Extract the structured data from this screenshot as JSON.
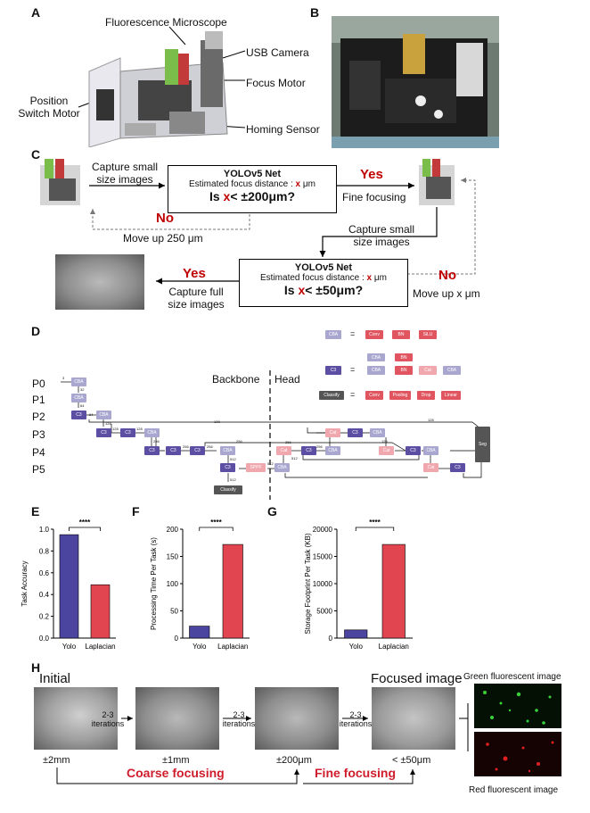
{
  "panels": {
    "A": "A",
    "B": "B",
    "C": "C",
    "D": "D",
    "E": "E",
    "F": "F",
    "G": "G",
    "H": "H"
  },
  "panel_a": {
    "fluorescence_microscope": "Fluorescence Microscope",
    "usb_camera": "USB Camera",
    "focus_motor": "Focus Motor",
    "position_switch_motor_1": "Position",
    "position_switch_motor_2": "Switch Motor",
    "homing_sensor": "Homing Sensor"
  },
  "panel_c": {
    "capture_small_1": "Capture small",
    "capture_small_2": "size images",
    "yolo1_title": "YOLOv5 Net",
    "yolo1_est": "Estimated focus distance :",
    "x": "x",
    "unit": "μm",
    "is": "Is",
    "cond1": "< ±200μm?",
    "yes": "Yes",
    "no": "No",
    "fine_focusing": "Fine focusing",
    "move_up_250": "Move up 250 μm",
    "capture_small_b1": "Capture small",
    "capture_small_b2": "size images",
    "yolo2_title": "YOLOv5 Net",
    "cond2": "< ±50μm?",
    "capture_full_1": "Capture full",
    "capture_full_2": "size images",
    "move_up_x": "Move up x μm"
  },
  "panel_d": {
    "backbone": "Backbone",
    "head": "Head",
    "rows": [
      "P0",
      "P1",
      "P2",
      "P3",
      "P4",
      "P5"
    ],
    "legend_cba": "CBA",
    "legend_eq": "=",
    "conv": "Conv",
    "bn": "BN",
    "silu": "SiLU",
    "c3": "C3",
    "cat": "Cat",
    "classify": "Classify",
    "pooling": "Pooling",
    "drop": "Drop",
    "linear": "Linear",
    "sppf": "SPPF",
    "seg": "Seg",
    "channels": {
      "c3": "3",
      "c32": "32",
      "c64a": "64",
      "c64b": "64",
      "c128a": "128",
      "c128b": "128",
      "c128c": "128",
      "c128d": "128",
      "c256a": "256",
      "c256b": "256",
      "c256c": "256",
      "c256d": "256",
      "c256e": "256",
      "c256f": "256",
      "c512a": "512",
      "c512b": "512",
      "c512c": "512",
      "c512d": "512",
      "c128e": "128",
      "c128f": "128"
    }
  },
  "chart_data": [
    {
      "type": "bar",
      "panel": "E",
      "categories": [
        "Yolo",
        "Laplacian"
      ],
      "values": [
        0.95,
        0.49
      ],
      "ylabel": "Task Accuracy",
      "ylim": [
        0,
        1.0
      ],
      "yticks": [
        "0.0",
        "0.2",
        "0.4",
        "0.6",
        "0.8",
        "1.0"
      ],
      "significance": "****",
      "colors": [
        "#4b45a0",
        "#e04550"
      ]
    },
    {
      "type": "bar",
      "panel": "F",
      "categories": [
        "Yolo",
        "Laplacian"
      ],
      "values": [
        22,
        172
      ],
      "ylabel": "Processing Time Per Task (s)",
      "ylim": [
        0,
        200
      ],
      "yticks": [
        "0",
        "50",
        "100",
        "150",
        "200"
      ],
      "significance": "****",
      "colors": [
        "#4b45a0",
        "#e04550"
      ]
    },
    {
      "type": "bar",
      "panel": "G",
      "categories": [
        "Yolo",
        "Laplacian"
      ],
      "values": [
        1500,
        17200
      ],
      "ylabel": "Storage Footprint Per Task (KB)",
      "ylim": [
        0,
        20000
      ],
      "yticks": [
        "0",
        "5000",
        "10000",
        "15000",
        "20000"
      ],
      "significance": "****",
      "colors": [
        "#4b45a0",
        "#e04550"
      ]
    }
  ],
  "panel_h": {
    "initial": "Initial",
    "focused_image": "Focused image",
    "iter_top": "2-3",
    "iter_bot": "iterations",
    "d1": "±2mm",
    "d2": "±1mm",
    "d3": "±200μm",
    "d4": "< ±50μm",
    "coarse": "Coarse focusing",
    "fine": "Fine focusing",
    "green_img": "Green fluorescent image",
    "red_img": "Red fluorescent image"
  }
}
